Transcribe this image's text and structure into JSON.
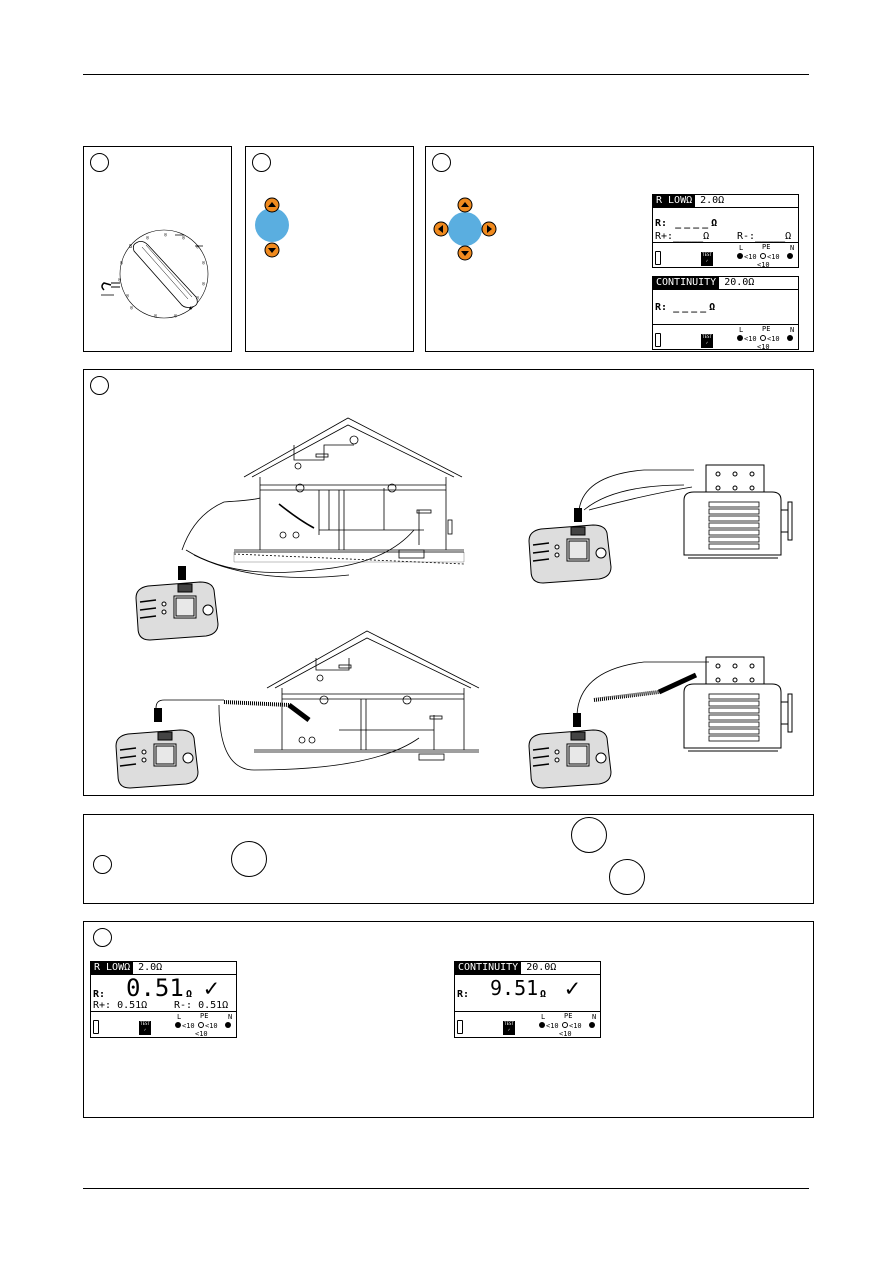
{
  "screen_low_top": {
    "mode": "R LOWΩ",
    "limit": "2.0Ω",
    "r_label": "R:",
    "r_value": "____",
    "unit": "Ω",
    "rplus": "R+:_____Ω",
    "rminus": "R-:_____Ω"
  },
  "screen_cont_top": {
    "mode": "CONTINUITY",
    "limit": "20.0Ω",
    "r_label": "R:",
    "r_value": "____",
    "unit": "Ω"
  },
  "screen_low_result": {
    "mode": "R LOWΩ",
    "limit": "2.0Ω",
    "r_label": "R:",
    "r_value": "0.51",
    "unit": "Ω",
    "check": "✓",
    "rplus": "R+: 0.51Ω",
    "rminus": "R-: 0.51Ω"
  },
  "screen_cont_result": {
    "mode": "CONTINUITY",
    "limit": "20.0Ω",
    "r_label": "R:",
    "r_value": "9.51",
    "unit": "Ω",
    "check": "✓"
  },
  "footer": {
    "test_key": "TEST",
    "l": "L",
    "pe": "PE",
    "n": "N",
    "lt10": "<10",
    "lt10b": "<10",
    "lt10c": "<10"
  },
  "colors": {
    "key_orange": "#f08a1e",
    "pad_blue": "#5aaee0"
  },
  "icons": {
    "rotary": "rotary-selector-icon",
    "clamp": "clamp-icon",
    "updown": "up-down-keys-icon",
    "cursor": "cursor-keys-icon",
    "instrument": "tester-instrument-icon",
    "house": "house-installation-icon",
    "motor": "motor-icon"
  }
}
